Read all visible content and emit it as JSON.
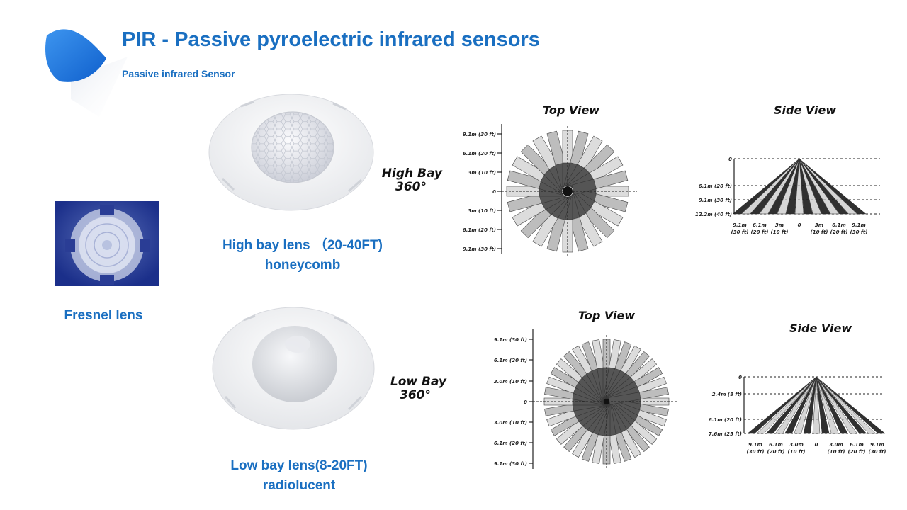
{
  "header": {
    "title": "PIR - Passive pyroelectric infrared sensors",
    "subtitle": "Passive infrared Sensor"
  },
  "fresnel": {
    "caption": "Fresnel lens"
  },
  "high_bay": {
    "lens_caption_line1": "High bay lens （20-40FT)",
    "lens_caption_line2": "honeycomb",
    "bay_label_line1": "High Bay",
    "bay_label_line2": "360°",
    "top_view": {
      "title": "Top View",
      "scale_labels": [
        "9.1m (30 ft)",
        "6.1m (20 ft)",
        "3m (10 ft)",
        "0",
        "3m (10 ft)",
        "6.1m (20 ft)",
        "9.1m (30 ft)"
      ]
    },
    "side_view": {
      "title": "Side View",
      "height_labels": [
        "0",
        "6.1m (20 ft)",
        "9.1m (30 ft)",
        "12.2m (40 ft)"
      ],
      "distance_labels": [
        {
          "line1": "9.1m",
          "line2": "(30 ft)"
        },
        {
          "line1": "6.1m",
          "line2": "(20 ft)"
        },
        {
          "line1": "3m",
          "line2": "(10 ft)"
        },
        {
          "line1": "0",
          "line2": ""
        },
        {
          "line1": "3m",
          "line2": "(10 ft)"
        },
        {
          "line1": "6.1m",
          "line2": "(20 ft)"
        },
        {
          "line1": "9.1m",
          "line2": "(30 ft)"
        }
      ]
    }
  },
  "low_bay": {
    "lens_caption_line1": "Low bay lens(8-20FT)",
    "lens_caption_line2": "radiolucent",
    "bay_label_line1": "Low Bay",
    "bay_label_line2": "360°",
    "top_view": {
      "title": "Top View",
      "scale_labels": [
        "9.1m (30 ft)",
        "6.1m (20 ft)",
        "3.0m (10 ft)",
        "0",
        "3.0m (10 ft)",
        "6.1m (20 ft)",
        "9.1m (30 ft)"
      ]
    },
    "side_view": {
      "title": "Side View",
      "height_labels": [
        "0",
        "2.4m (8 ft)",
        "6.1m (20 ft)",
        "7.6m (25 ft)"
      ],
      "distance_labels": [
        {
          "line1": "9.1m",
          "line2": "(30 ft)"
        },
        {
          "line1": "6.1m",
          "line2": "(20 ft)"
        },
        {
          "line1": "3.0m",
          "line2": "(10 ft)"
        },
        {
          "line1": "0",
          "line2": ""
        },
        {
          "line1": "3.0m",
          "line2": "(10 ft)"
        },
        {
          "line1": "6.1m",
          "line2": "(20 ft)"
        },
        {
          "line1": "9.1m",
          "line2": "(30 ft)"
        }
      ]
    }
  },
  "colors": {
    "title_blue": "#1a6fc1",
    "logo_blue": "#1e73d8"
  }
}
